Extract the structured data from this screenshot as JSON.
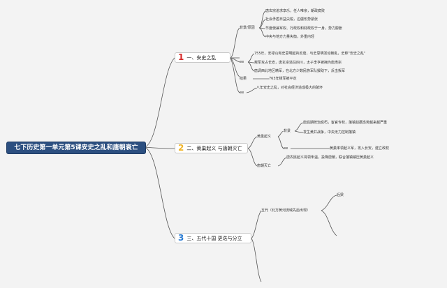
{
  "root": {
    "title": "七下历史第一单元第5课安史之乱和唐朝衰亡"
  },
  "colors": {
    "line": "#555555",
    "root_bg": "#2c4f80",
    "num1": "#d62828",
    "num2": "#f0b429",
    "num3": "#2b7cd3"
  },
  "topics": [
    {
      "num": "1",
      "label": "一、安史之乱"
    },
    {
      "num": "2",
      "label": "二、黄巢起义 与唐朝灭亡"
    },
    {
      "num": "3",
      "label": "三、五代十国 更迭与分立"
    }
  ],
  "t1": {
    "bg": "背景/原因",
    "bg_items": [
      "唐玄宗追求享乐，任人唯亲，朝政腐败",
      "社会矛盾日益尖锐，边疆形势紧张",
      "节度使兼军权、行政权和财政权于一身，势力膨胀",
      "中央与地方力量失衡，外重内轻"
    ],
    "course": "ee",
    "course_items": [
      "755年，安禄山和史思明起兵反唐，与史思明发动叛乱，史称\"安史之乱\"",
      "叛军攻占长安，唐玄宗逃往四川，太子李亨被拥为唐肃宗",
      "唐调西北地区精军，在北方少数民族军队援助下，反击叛军"
    ],
    "end": "结果",
    "end_item": "763年叛军被平定",
    "effect": "ee",
    "effect_item": "八年安史之乱，对社会经济造成极大的破坏"
  },
  "t2": {
    "a": "黄巢起义",
    "a_bg": "背景",
    "a_bg_items": [
      "唐后期统治腐朽，宦官专权，藩镇割据态势越来越严重",
      "发生黄井战争，中央无力控制藩镇"
    ],
    "a_course": "ee",
    "a_course_item": "黄巢率领起义军，攻入长安，建立政权",
    "b": "唐朝灭亡",
    "b_item": "唐农民起义将领朱温，投降唐朝，联合藩镇镇压黄巢起义"
  },
  "t3": {
    "a": "五代（北方黄河流域先后出现）",
    "a_item": "后梁"
  }
}
